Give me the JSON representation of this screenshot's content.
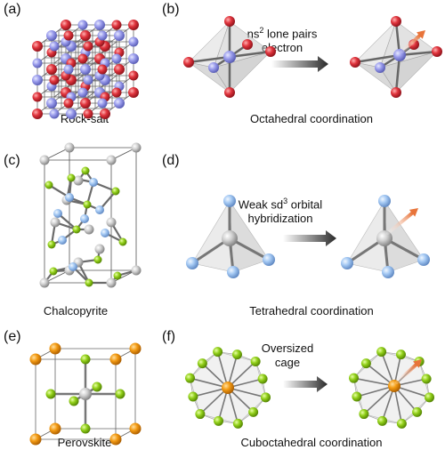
{
  "panels": {
    "a": {
      "label": "(a)",
      "caption": "Rock-salt"
    },
    "b": {
      "label": "(b)",
      "caption": "Octahedral coordination",
      "arrow_line1_pre": "ns",
      "arrow_line1_sup": "2",
      "arrow_line1_post": " lone pairs",
      "arrow_line2": "electron"
    },
    "c": {
      "label": "(c)",
      "caption": "Chalcopyrite"
    },
    "d": {
      "label": "(d)",
      "caption": "Tetrahedral coordination",
      "arrow_line1_pre": "Weak sd",
      "arrow_line1_sup": "3",
      "arrow_line1_post": " orbital",
      "arrow_line2": "hybridization"
    },
    "e": {
      "label": "(e)",
      "caption": "Perovskite"
    },
    "f": {
      "label": "(f)",
      "caption": "Cuboctahedral coordination",
      "arrow_line1": "Oversized",
      "arrow_line2": "cage"
    }
  },
  "colors": {
    "red_atom": "#d9303a",
    "blue_atom": "#8f92e6",
    "light_blue_atom": "#9ec4f2",
    "gray_atom": "#c8c8c8",
    "green_atom": "#8fce16",
    "orange_atom": "#f39a12",
    "arrow_orange": "#e8743a"
  }
}
